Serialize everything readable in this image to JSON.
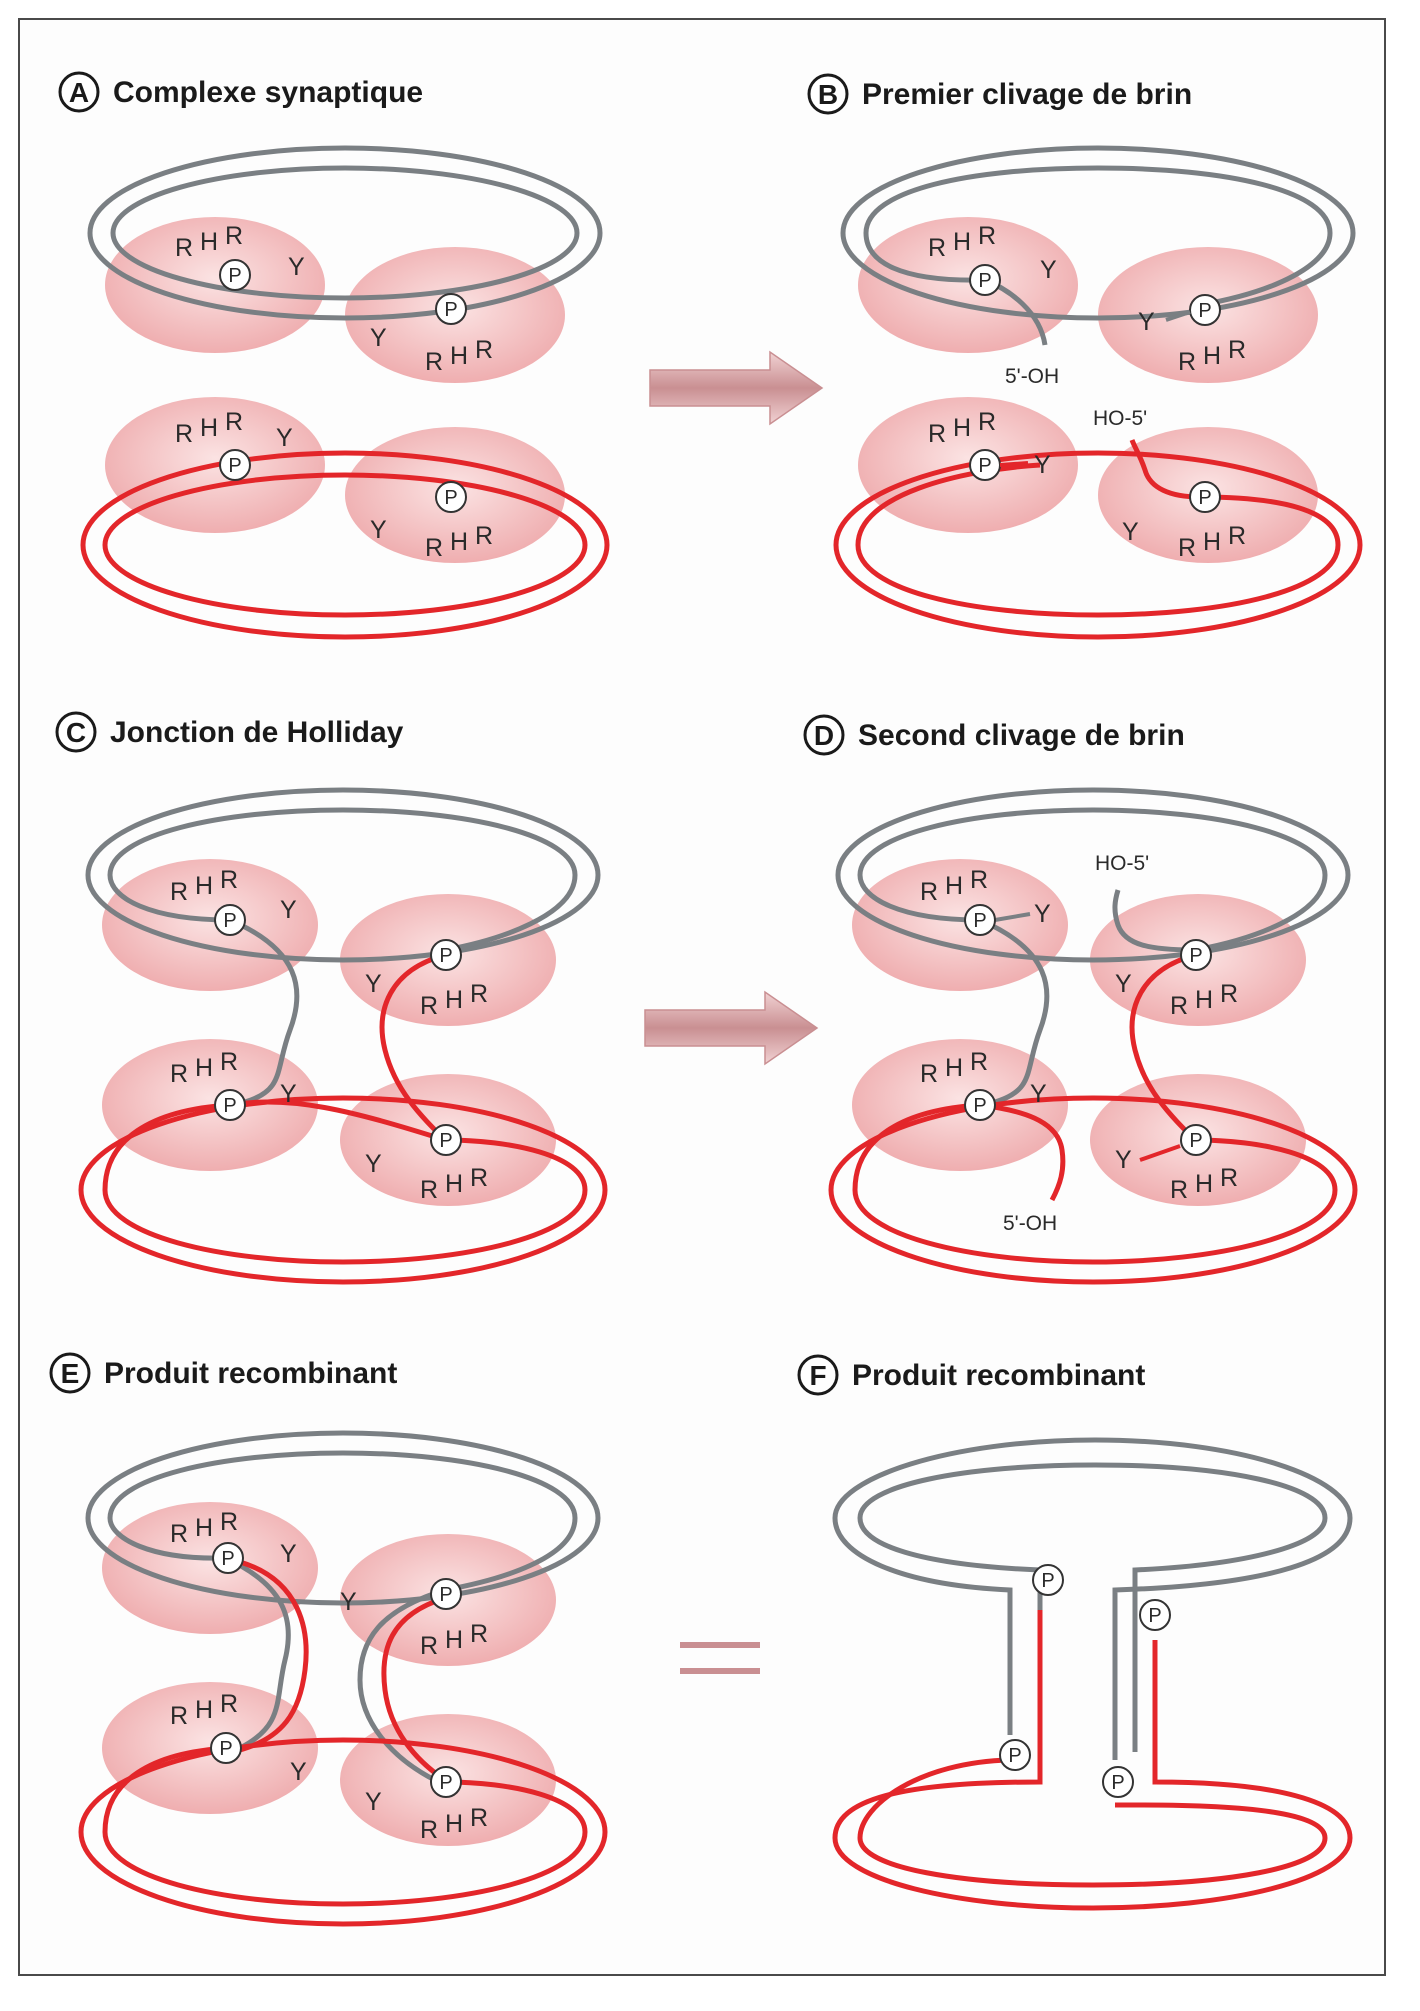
{
  "colors": {
    "gray_strand": "#7a7f83",
    "red_strand": "#e3262a",
    "protein_fill": "#f2b9ba",
    "arrow_fill": "#c98f92"
  },
  "panels": [
    {
      "letter": "A",
      "title": "Complexe synaptique"
    },
    {
      "letter": "B",
      "title": "Premier clivage de brin"
    },
    {
      "letter": "C",
      "title": "Jonction de Holliday"
    },
    {
      "letter": "D",
      "title": "Second clivage de brin"
    },
    {
      "letter": "E",
      "title": "Produit recombinant"
    },
    {
      "letter": "F",
      "title": "Produit recombinant"
    }
  ],
  "labels": {
    "phosphate": "P",
    "tyrosine": "Y",
    "arginine": "R",
    "histidine": "H",
    "five_prime_oh": "5'-OH",
    "ho_five_prime": "HO-5'"
  },
  "symbols": {
    "equals": "="
  }
}
